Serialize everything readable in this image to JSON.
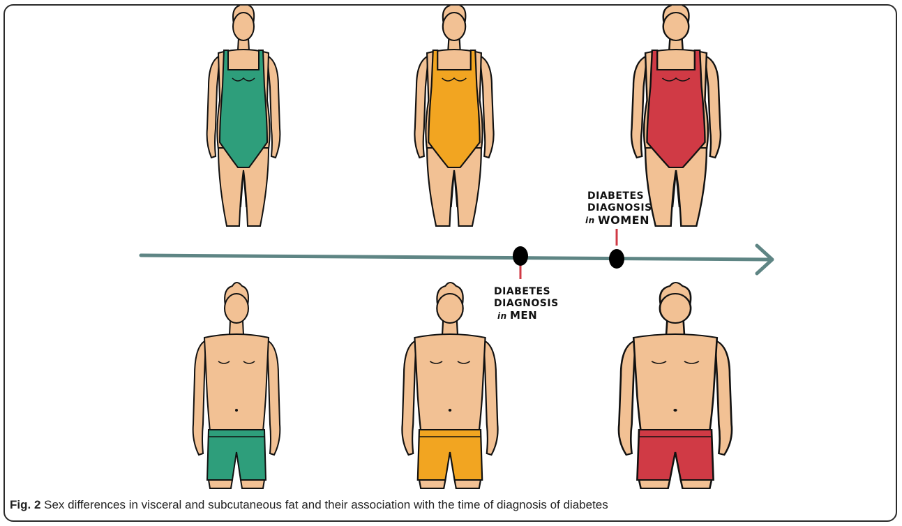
{
  "labels": {
    "women_line1": "DIABETES",
    "women_line2": "DIAGNOSIS",
    "women_line3_prefix": "in",
    "women_line3_word": "WOMEN",
    "men_line1": "DIABETES",
    "men_line2": "DIAGNOSIS",
    "men_line3_prefix": "in",
    "men_line3_word": "MEN"
  },
  "caption": {
    "figure": "Fig. 2",
    "text": " Sex differences in visceral and subcutaneous fat and their association with the time of diagnosis of diabetes"
  },
  "colors": {
    "skin": "#F2C194",
    "green": "#2E9E7B",
    "orange": "#F2A521",
    "red": "#D03A45",
    "timeline": "#5E8584",
    "tick": "#D03A45",
    "dot": "#000000"
  }
}
